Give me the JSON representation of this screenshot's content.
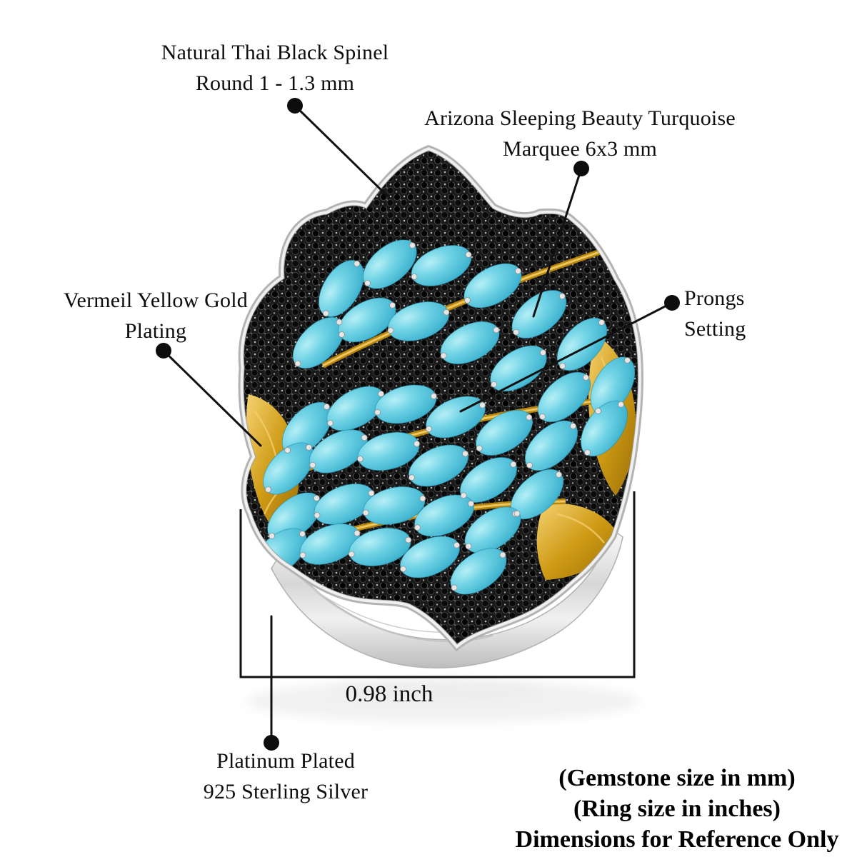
{
  "product": {
    "callouts": {
      "spinel": {
        "line1": "Natural Thai Black Spinel",
        "line2": "Round 1 - 1.3 mm"
      },
      "turquoise": {
        "line1": "Arizona Sleeping Beauty Turquoise",
        "line2": "Marquee 6x3 mm"
      },
      "vermeil": {
        "line1": "Vermeil Yellow Gold",
        "line2": "Plating"
      },
      "prongs": {
        "line1": "Prongs",
        "line2": "Setting"
      },
      "platinum": {
        "line1": "Platinum Plated",
        "line2": "925 Sterling Silver"
      }
    },
    "measurement": {
      "width": "0.98 inch"
    },
    "disclaimer": {
      "line1": "(Gemstone size in mm)",
      "line2": "(Ring size in inches)",
      "line3": "Dimensions for Reference Only"
    },
    "colors": {
      "turquoise": "#5ec9de",
      "gold_vermeil": "#cf9b15",
      "silver": "#e8e8e8",
      "spinel_black": "#141414",
      "annotation": "#111111",
      "background": "#ffffff"
    }
  }
}
